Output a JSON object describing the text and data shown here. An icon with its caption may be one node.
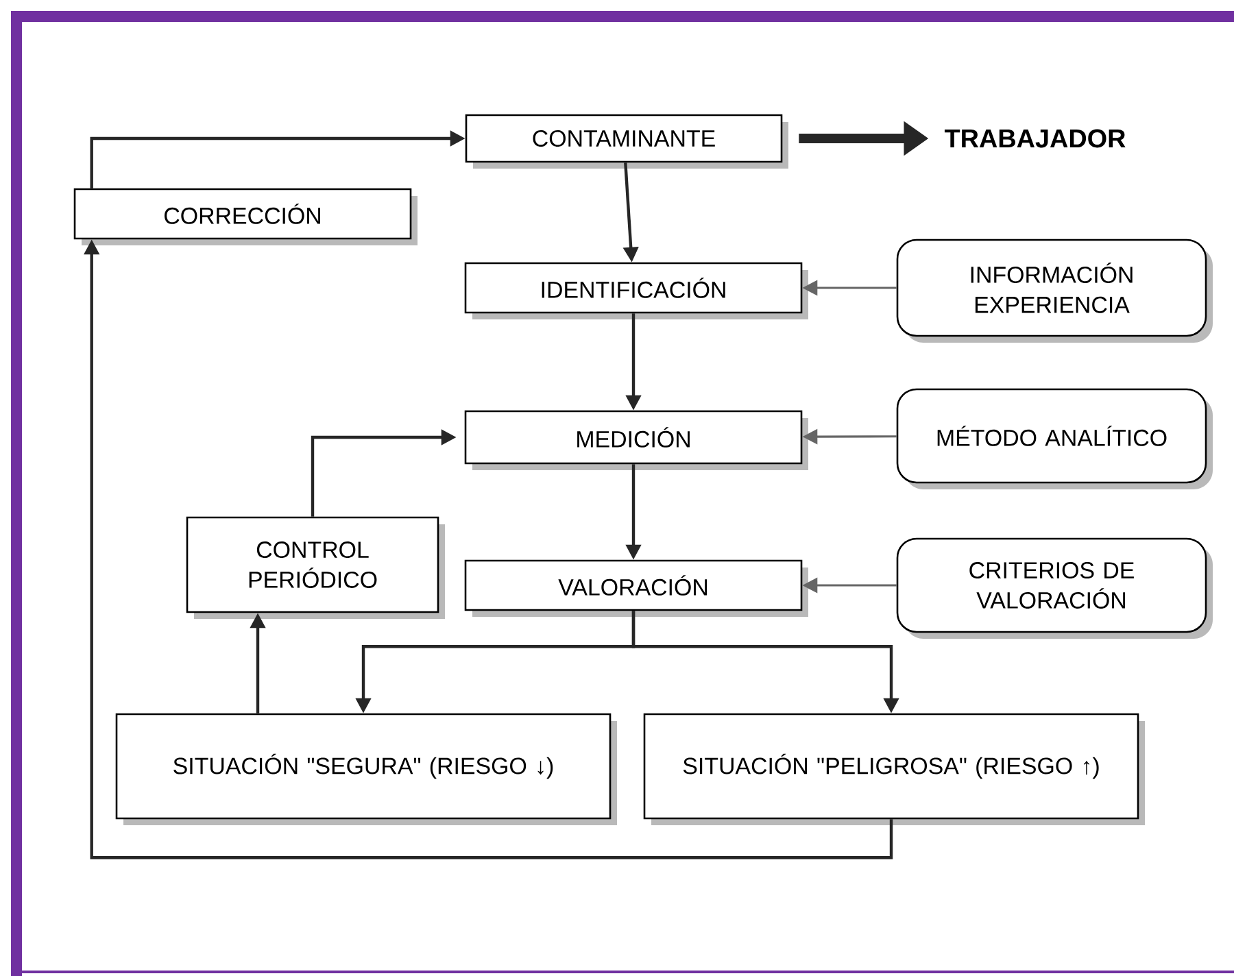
{
  "diagram": {
    "nodes": [
      {
        "text": [
          "CONTAMINANTE"
        ]
      },
      {
        "text": [
          "TRABAJADOR"
        ]
      },
      {
        "text": [
          "CORRECCIÓN"
        ]
      },
      {
        "text": [
          "IDENTIFICACIÓN"
        ]
      },
      {
        "text": [
          "INFORMACIÓN EXPERIENCIA"
        ]
      },
      {
        "text": [
          "MEDICIÓN"
        ]
      },
      {
        "text": [
          "MÉTODO ANALÍTICO"
        ]
      },
      {
        "text": [
          "CONTROL PERIÓDICO"
        ]
      },
      {
        "text": [
          "VALORACIÓN"
        ]
      },
      {
        "text": [
          "CRITERIOS DE VALORACIÓN"
        ]
      },
      {
        "text": [
          "SITUACIÓN \"SEGURA\" (RIESGO ↓)"
        ]
      },
      {
        "text": [
          "SITUACIÓN \"PELIGROSA\" (RIESGO ↑)"
        ]
      }
    ],
    "edges": [
      {
        "from": 2,
        "to": 0,
        "arrow": "to"
      },
      {
        "from": 0,
        "to": 1,
        "arrow": "to",
        "style": "thick"
      },
      {
        "from": 0,
        "to": 3,
        "arrow": "to"
      },
      {
        "from": 4,
        "to": 3,
        "arrow": "to",
        "color": "#666666"
      },
      {
        "from": 3,
        "to": 5,
        "arrow": "to"
      },
      {
        "from": 6,
        "to": 5,
        "arrow": "to",
        "color": "#666666"
      },
      {
        "from": 5,
        "to": 8,
        "arrow": "to"
      },
      {
        "from": 9,
        "to": 8,
        "arrow": "to",
        "color": "#666666"
      },
      {
        "from": 8,
        "to": 10,
        "arrow": "to"
      },
      {
        "from": 8,
        "to": 11,
        "arrow": "to"
      },
      {
        "from": 10,
        "to": 7,
        "arrow": "to"
      },
      {
        "from": 7,
        "to": 5,
        "arrow": "to"
      },
      {
        "from": 11,
        "to": 2,
        "arrow": "to"
      }
    ]
  }
}
